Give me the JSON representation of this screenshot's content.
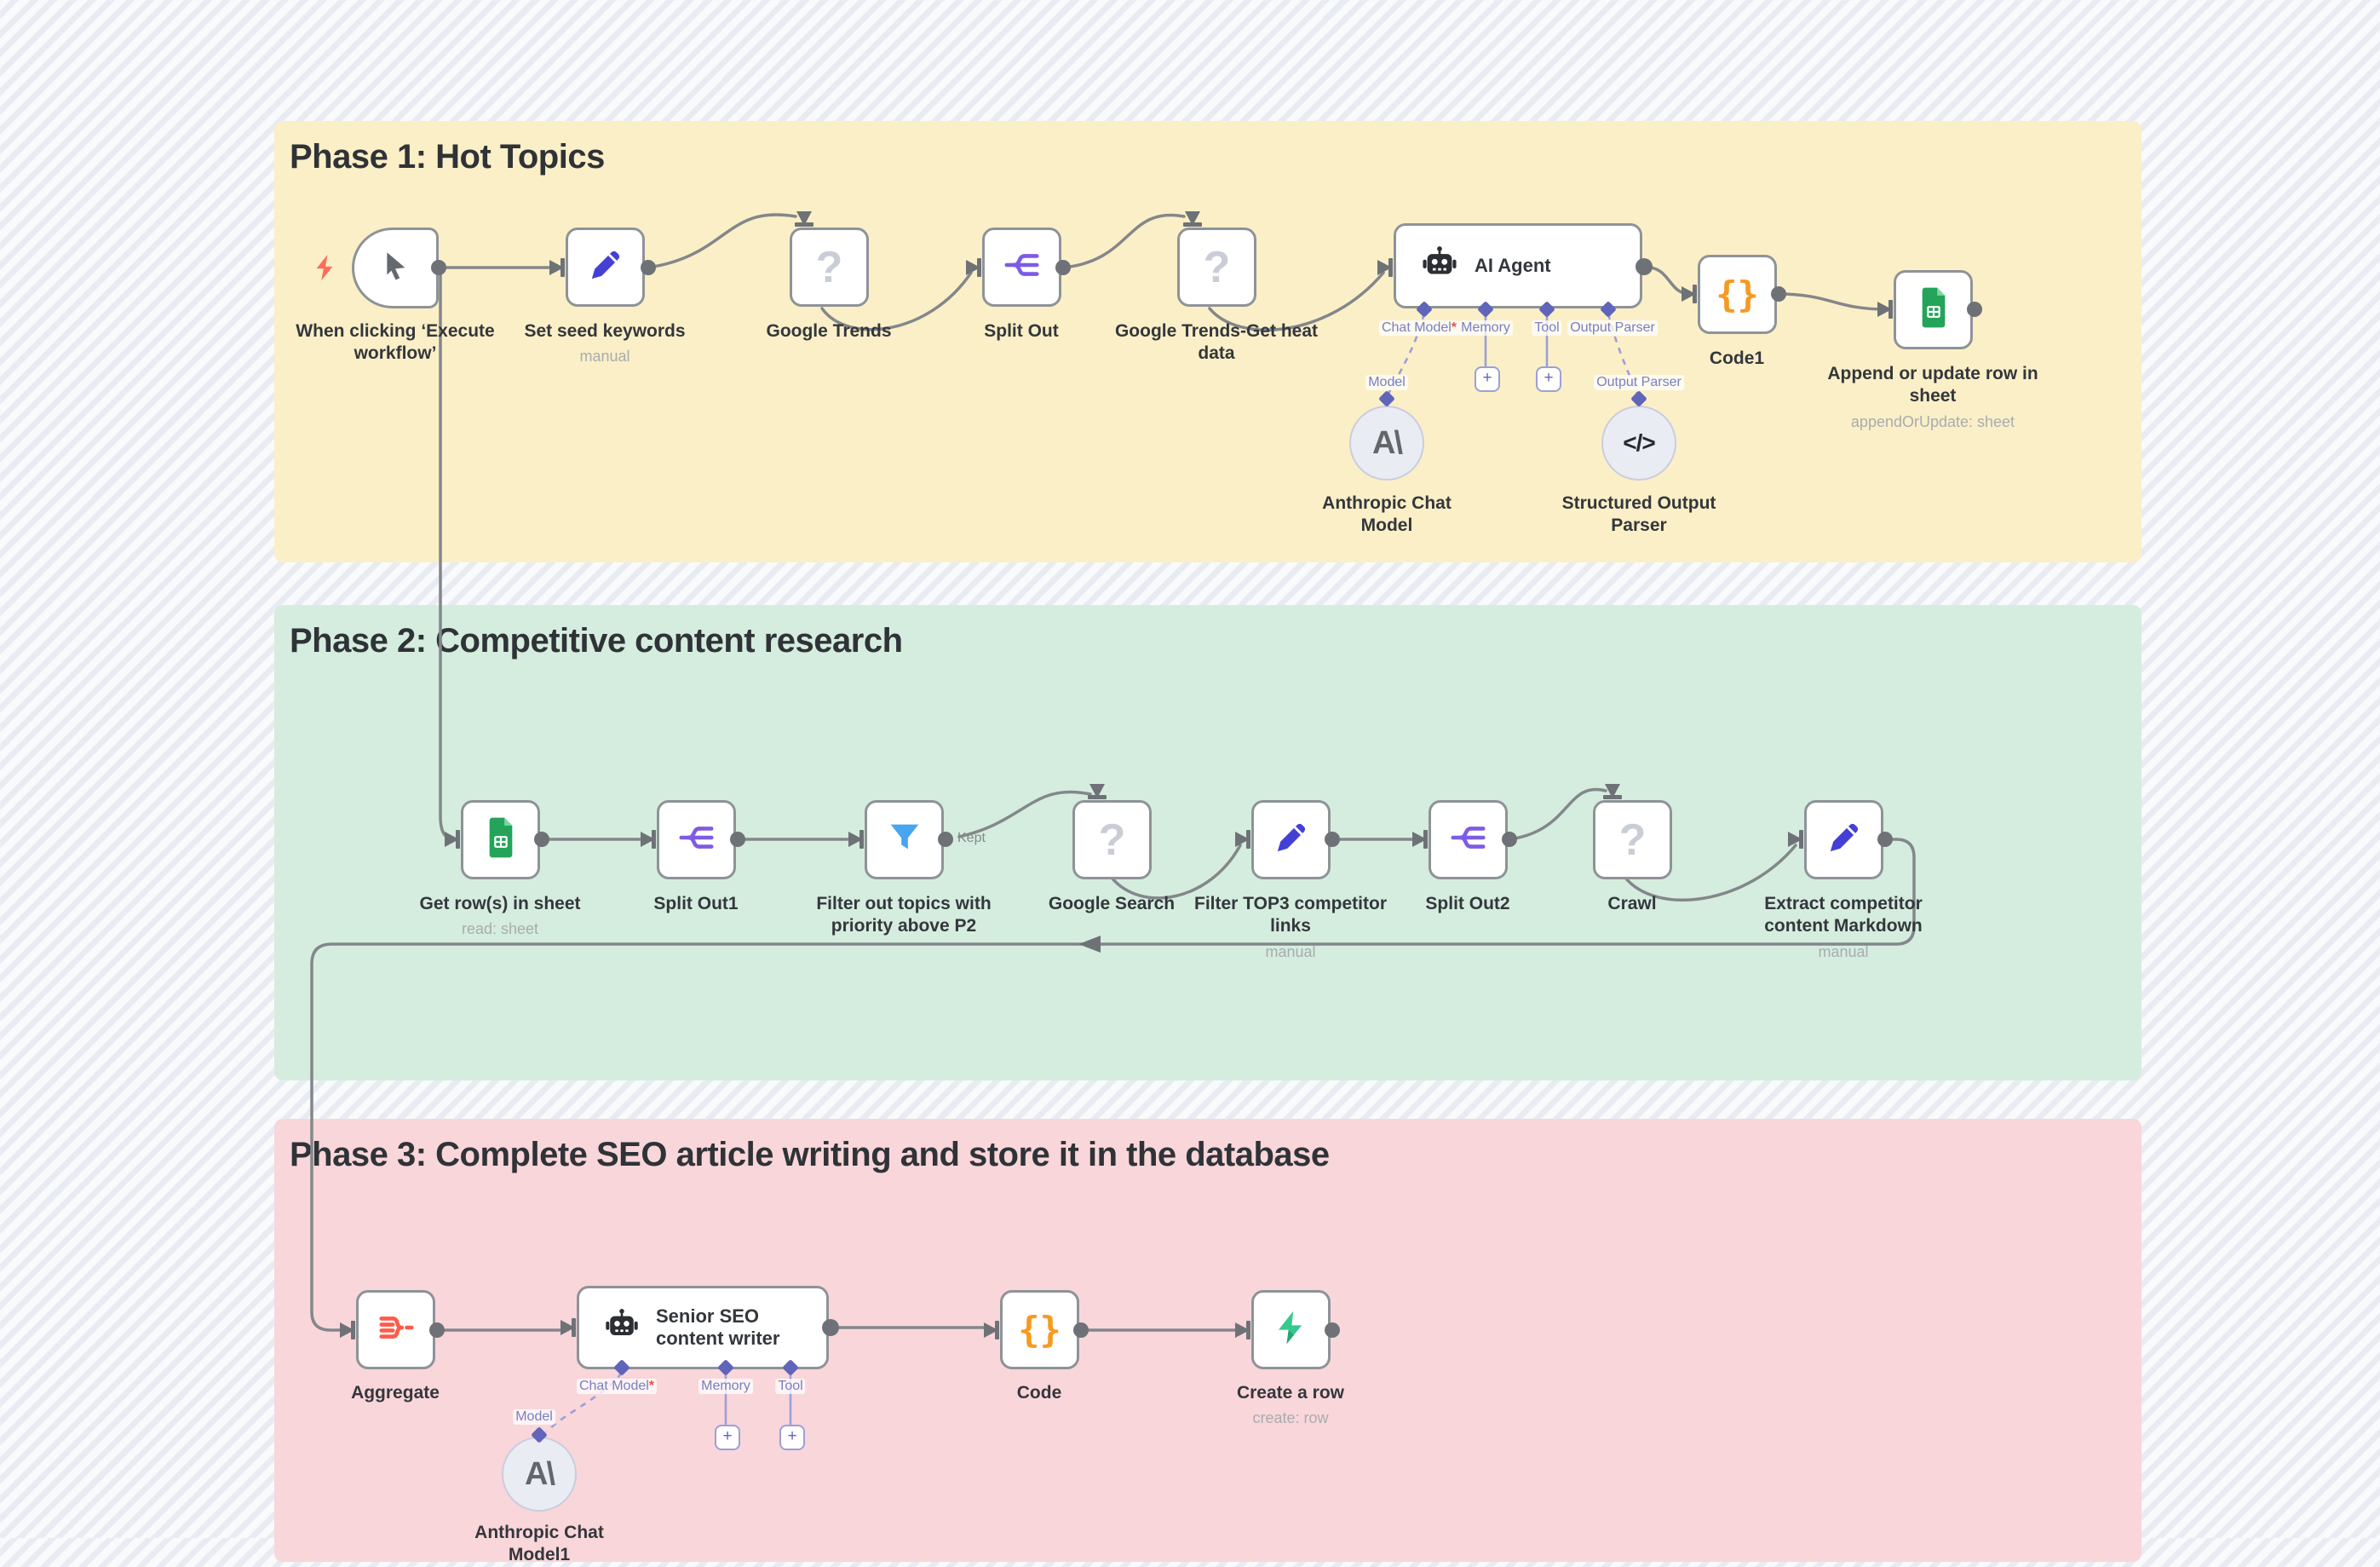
{
  "colors": {
    "phase1_bg": "#FBEFC7",
    "phase2_bg": "#D5EDDE",
    "phase3_bg": "#F9D6DA",
    "wire": "#83878B",
    "port": "#6E7277",
    "node_border": "#8E9398",
    "accent": "#6065BA",
    "accent_soft": "#9BA0D8",
    "label": "#33373C",
    "sublabel": "#A8ACB0",
    "required": "#E25549",
    "icon_blue": "#4440D6",
    "icon_purple": "#7E5BE5",
    "icon_lightblue": "#47A5F1",
    "icon_green": "#23A45A",
    "icon_orange": "#F79A21",
    "icon_red": "#FF5A49",
    "icon_coral": "#FF6D5A",
    "icon_supabase": "#35C98B",
    "icon_dark": "#2B2E33"
  },
  "sections": {
    "phase1": {
      "title": "Phase 1: Hot Topics"
    },
    "phase2": {
      "title": "Phase 2: Competitive content research"
    },
    "phase3": {
      "title": "Phase 3: Complete SEO article writing and store it in the database"
    }
  },
  "nodes": {
    "trigger": {
      "label": "When clicking ‘Execute workflow’",
      "icon": "cursor-icon"
    },
    "set_seed": {
      "label": "Set seed keywords",
      "sublabel": "manual",
      "icon": "pencil-icon"
    },
    "google_trends": {
      "label": "Google Trends",
      "icon": "question-icon",
      "glyph": "?"
    },
    "split_out": {
      "label": "Split Out",
      "icon": "split-icon"
    },
    "gt_heat": {
      "label": "Google Trends-Get heat data",
      "icon": "question-icon",
      "glyph": "?"
    },
    "ai_agent": {
      "label": "AI Agent",
      "icon": "robot-icon",
      "plus": "+",
      "ports": {
        "chat_model": "Chat Model",
        "required": "*",
        "memory": "Memory",
        "tool": "Tool",
        "output_parser": "Output Parser"
      }
    },
    "anthropic_model": {
      "label": "Anthropic Chat Model",
      "port_label": "Model",
      "icon": "anthropic-icon",
      "glyph": "A\\"
    },
    "structured_parser": {
      "label": "Structured Output Parser",
      "port_label": "Output Parser",
      "icon": "code-tag-icon",
      "glyph": "</>"
    },
    "code1": {
      "label": "Code1",
      "icon": "braces-icon",
      "glyph": "{}"
    },
    "append_sheet": {
      "label": "Append or update row in sheet",
      "sublabel": "appendOrUpdate: sheet",
      "icon": "sheets-icon"
    },
    "get_rows": {
      "label": "Get row(s) in sheet",
      "sublabel": "read: sheet",
      "icon": "sheets-icon"
    },
    "split_out1": {
      "label": "Split Out1",
      "icon": "split-icon"
    },
    "filter_p2": {
      "label": "Filter out topics with priority above P2",
      "output_label": "Kept",
      "icon": "funnel-icon"
    },
    "google_search": {
      "label": "Google Search",
      "icon": "question-icon",
      "glyph": "?"
    },
    "filter_top3": {
      "label": "Filter TOP3 competitor links",
      "sublabel": "manual",
      "icon": "pencil-icon"
    },
    "split_out2": {
      "label": "Split Out2",
      "icon": "split-icon"
    },
    "crawl": {
      "label": "Crawl",
      "icon": "question-icon",
      "glyph": "?"
    },
    "extract_markdown": {
      "label": "Extract competitor content Markdown",
      "sublabel": "manual",
      "icon": "pencil-icon"
    },
    "aggregate": {
      "label": "Aggregate",
      "icon": "aggregate-icon"
    },
    "senior_writer": {
      "label": "Senior SEO content writer",
      "icon": "robot-icon",
      "plus": "+",
      "ports": {
        "chat_model": "Chat Model",
        "required": "*",
        "memory": "Memory",
        "tool": "Tool"
      }
    },
    "anthropic_model1": {
      "label": "Anthropic Chat Model1",
      "port_label": "Model",
      "icon": "anthropic-icon",
      "glyph": "A\\"
    },
    "code": {
      "label": "Code",
      "icon": "braces-icon",
      "glyph": "{}"
    },
    "create_row": {
      "label": "Create a row",
      "sublabel": "create: row",
      "icon": "bolt-icon"
    }
  }
}
